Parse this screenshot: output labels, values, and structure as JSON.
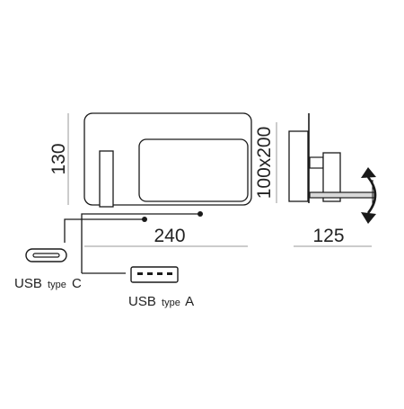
{
  "dimensions": {
    "height": "130",
    "width": "240",
    "size": "100x200",
    "depth": "125"
  },
  "ports": {
    "usb_c": {
      "main": "USB",
      "sub": "type",
      "suffix": "C"
    },
    "usb_a": {
      "main": "USB",
      "sub": "type",
      "suffix": "A"
    }
  },
  "colors": {
    "line": "#1a1a1a",
    "dim_line": "#9a9a9a",
    "plate": "#d9d9d9",
    "text": "#222222"
  }
}
